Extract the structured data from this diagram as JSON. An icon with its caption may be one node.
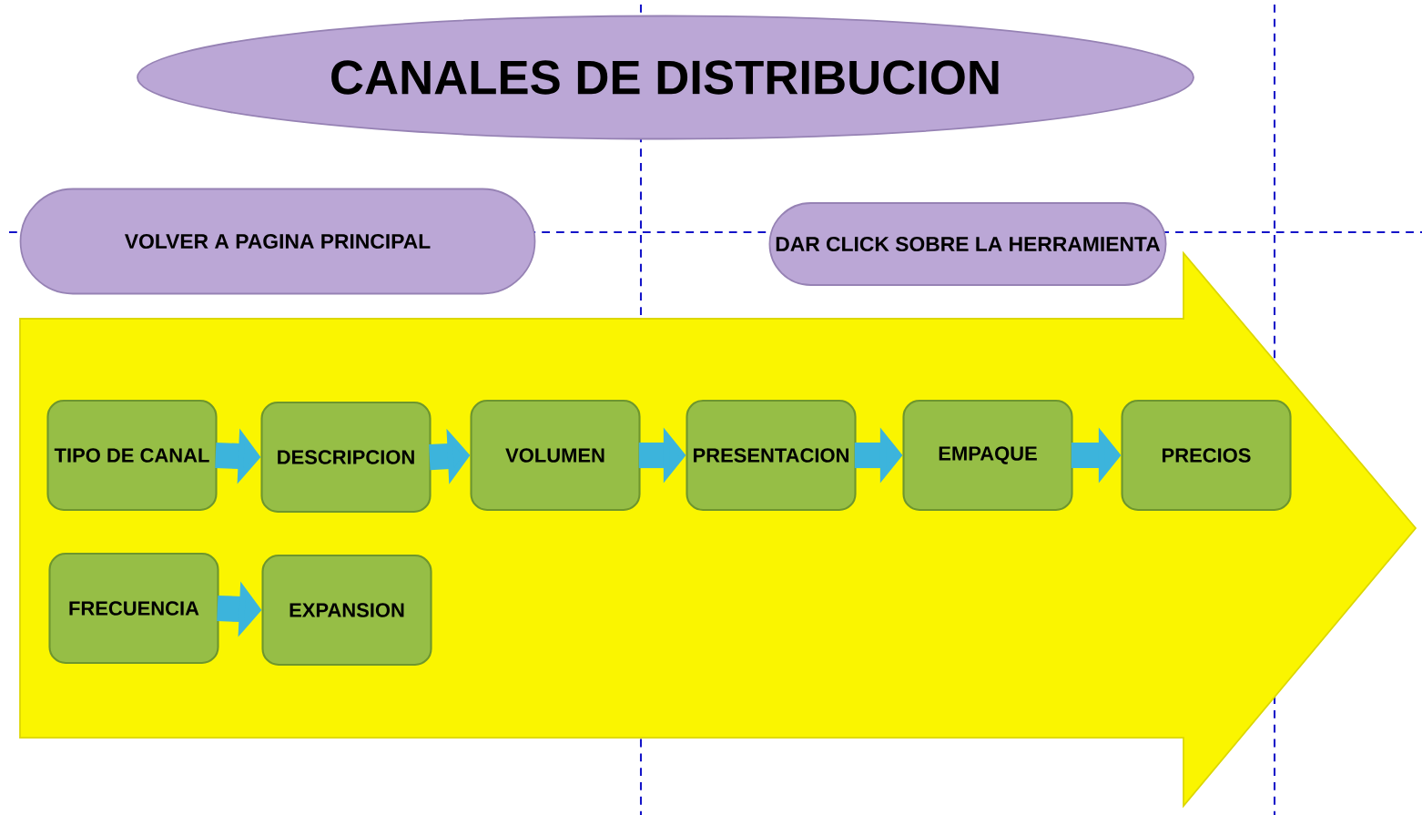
{
  "diagram": {
    "title": "CANALES DE DISTRIBUCION",
    "nodes": [
      {
        "text": [
          "VOLVER A PAGINA PRINCIPAL"
        ]
      },
      {
        "text": [
          "DAR CLICK SOBRE LA HERRAMIENTA"
        ]
      },
      {
        "text": [],
        "shape": "arrow"
      },
      {
        "text": [
          "TIPO DE CANAL"
        ],
        "in": 2
      },
      {
        "text": [
          "DESCRIPCION"
        ],
        "in": 2
      },
      {
        "text": [
          "VOLUMEN"
        ],
        "in": 2
      },
      {
        "text": [
          "PRESENTACION"
        ],
        "in": 2
      },
      {
        "text": [
          "EMPAQUE"
        ],
        "in": 2
      },
      {
        "text": [
          "PRECIOS"
        ],
        "in": 2
      },
      {
        "text": [
          "FRECUENCIA"
        ],
        "in": 2
      },
      {
        "text": [
          "EXPANSION"
        ],
        "in": 2
      }
    ],
    "edges": [
      {
        "from": 3,
        "to": 4,
        "arrow": "to"
      },
      {
        "from": 4,
        "to": 5,
        "arrow": "to"
      },
      {
        "from": 5,
        "to": 6,
        "arrow": "to"
      },
      {
        "from": 6,
        "to": 7,
        "arrow": "to"
      },
      {
        "from": 7,
        "to": 8,
        "arrow": "to"
      },
      {
        "from": 9,
        "to": 10,
        "arrow": "to"
      }
    ]
  }
}
